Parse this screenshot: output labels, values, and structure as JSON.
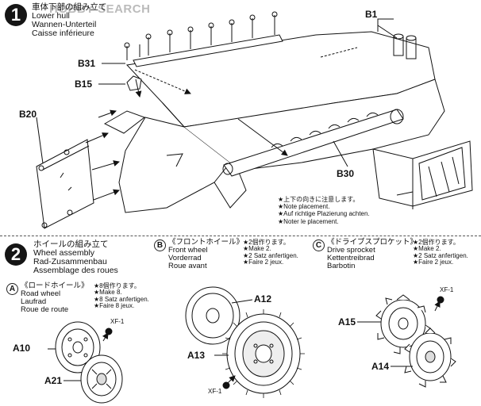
{
  "watermark": "HOBBY SEARCH",
  "step1": {
    "number": "1",
    "title_ja": "車体下部の組み立て",
    "title_en": "Lower hull",
    "title_de": "Wannen-Unterteil",
    "title_fr": "Caisse inférieure",
    "parts": {
      "b1": "B1",
      "b31": "B31",
      "b15": "B15",
      "b20": "B20",
      "b30": "B30"
    },
    "note": {
      "ja": "★上下の向きに注意します。",
      "en": "★Note placement.",
      "de": "★Auf richtige Plazierung achten.",
      "fr": "★Noter le placement."
    }
  },
  "step2": {
    "number": "2",
    "title_ja": "ホイールの組み立て",
    "title_en": "Wheel assembly",
    "title_de": "Rad-Zusammenbau",
    "title_fr": "Assemblage des roues",
    "road_wheel": {
      "letter": "A",
      "ja": "《ロードホイール》",
      "en": "Road wheel",
      "de": "Laufrad",
      "fr": "Roue de route",
      "qty_ja": "★8個作ります。",
      "qty_en": "★Make 8.",
      "qty_de": "★8 Satz anfertigen.",
      "qty_fr": "★Faire 8 jeux.",
      "parts": {
        "xf": "XF-1",
        "a10": "A10",
        "a21": "A21"
      }
    },
    "front_wheel": {
      "letter": "B",
      "ja": "《フロントホイール》",
      "en": "Front wheel",
      "de": "Vorderrad",
      "fr": "Roue avant",
      "qty_ja": "★2個作ります。",
      "qty_en": "★Make 2.",
      "qty_de": "★2 Satz anfertigen.",
      "qty_fr": "★Faire 2 jeux.",
      "parts": {
        "a12": "A12",
        "a13": "A13",
        "xf": "XF-1"
      }
    },
    "drive_sprocket": {
      "letter": "C",
      "ja": "《ドライブスプロケット》",
      "en": "Drive sprocket",
      "de": "Kettentreibrad",
      "fr": "Barbotin",
      "qty_ja": "★2個作ります。",
      "qty_en": "★Make 2.",
      "qty_de": "★2 Satz anfertigen.",
      "qty_fr": "★Faire 2 jeux.",
      "parts": {
        "xf": "XF-1",
        "a15": "A15",
        "a14": "A14"
      }
    }
  }
}
